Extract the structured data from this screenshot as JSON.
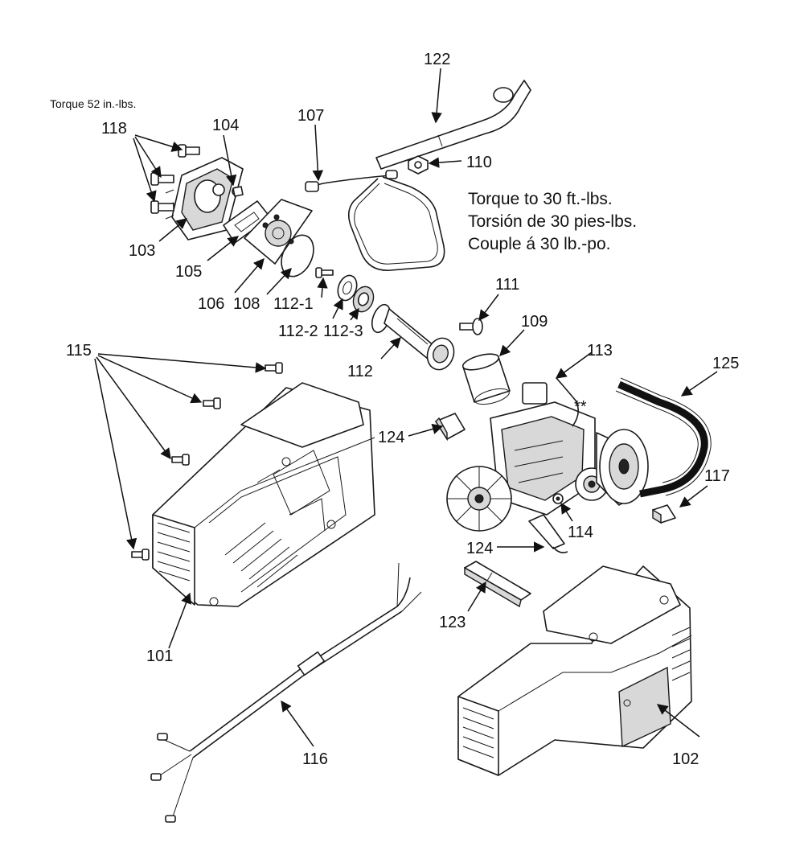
{
  "torque_note_top": "Torque 52 in.-lbs.",
  "torque_note_right": [
    "Torque to 30 ft.-lbs.",
    "Torsión de 30 pies-lbs.",
    "Couple á  30 lb.-po."
  ],
  "callouts": {
    "p101": "101",
    "p102": "102",
    "p103": "103",
    "p104": "104",
    "p105": "105",
    "p106": "106",
    "p107": "107",
    "p108": "108",
    "p109": "109",
    "p110": "110",
    "p111": "111",
    "p112": "112",
    "p112_1": "112-1",
    "p112_2": "112-2",
    "p112_3": "112-3",
    "p113": "113",
    "p114": "114",
    "p115": "115",
    "p116": "116",
    "p117": "117",
    "p118": "118",
    "p122": "122",
    "p123": "123",
    "p124a": "124",
    "p124b": "124",
    "p125": "125",
    "star": "**"
  }
}
